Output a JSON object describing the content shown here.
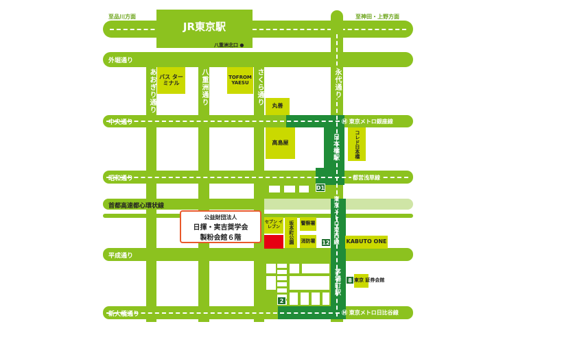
{
  "directions": {
    "west": "至品川方面",
    "east": "至神田・上野方面"
  },
  "station": {
    "name": "JR東京駅",
    "exit": "八重洲北口"
  },
  "roads": {
    "sotobori": "外堀通り",
    "chuo": "中央通り",
    "showa": "昭和通り",
    "shutoko": "首都高速都心環状線",
    "heisei": "平成通り",
    "shinohashi": "新大橋通り",
    "aogiri": "あおぎり通り",
    "yaesu": "八重洲通り",
    "sakura": "さくら通り",
    "eitai": "永代通り"
  },
  "lines": {
    "ginza": "東京メトロ銀座線",
    "asakusa": "都営浅草線",
    "tozai": "東京メトロ東西線",
    "hibiya": "東京メトロ日比谷線"
  },
  "stations": {
    "nihombashi": "日本橋駅",
    "kayabacho": "茅場町駅"
  },
  "exits": {
    "d1": "D1",
    "e12": "12",
    "e8": "8",
    "e2": "2"
  },
  "buildings": {
    "bus": "バス ターミナル",
    "tofrom": "TOFROM YAESU",
    "maruzen": "丸善",
    "takashimaya": "高島屋",
    "coredo": "コレド日本橋",
    "kabuto": "KABUTO ONE",
    "shoken": "東京 証券会館",
    "seven": "セブン イレブン",
    "park": "坂本町公園",
    "police": "警察署",
    "fire": "消防署"
  },
  "callout": {
    "line1": "公益財団法人",
    "line2": "日揮・実吉奨学会",
    "line3": "製粉会館６階"
  },
  "colors": {
    "road": "#8cc21f",
    "metro": "#1f8c38",
    "building": "#cad900",
    "target": "#e60012",
    "callout": "#e8592a"
  }
}
